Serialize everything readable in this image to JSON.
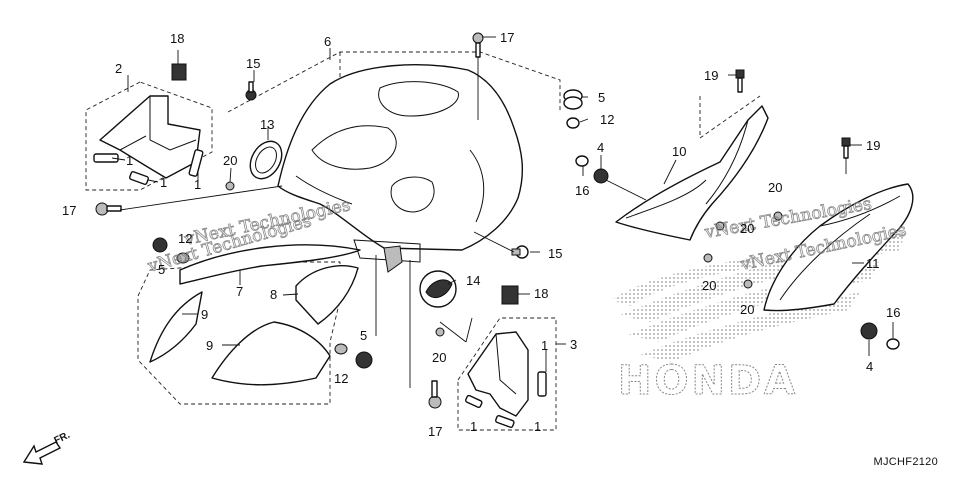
{
  "diagram": {
    "code": "MJCHF2120",
    "direction_label": "FR.",
    "brand_text": "HONDA",
    "watermark_text": "vNext Technologies",
    "callouts": {
      "c_1a": "1",
      "c_1b": "1",
      "c_1c": "1",
      "c_1d": "1",
      "c_1e": "1",
      "c_1f": "1",
      "c_2": "2",
      "c_3": "3",
      "c_4a": "4",
      "c_4b": "4",
      "c_5a": "5",
      "c_5b": "5",
      "c_5c": "5",
      "c_6": "6",
      "c_7": "7",
      "c_8": "8",
      "c_9a": "9",
      "c_9b": "9",
      "c_10": "10",
      "c_11": "11",
      "c_12a": "12",
      "c_12b": "12",
      "c_12c": "12",
      "c_13": "13",
      "c_14": "14",
      "c_15a": "15",
      "c_15b": "15",
      "c_16a": "16",
      "c_16b": "16",
      "c_17a": "17",
      "c_17b": "17",
      "c_17c": "17",
      "c_18a": "18",
      "c_18b": "18",
      "c_19a": "19",
      "c_19b": "19",
      "c_20a": "20",
      "c_20b": "20",
      "c_20c": "20",
      "c_20d": "20",
      "c_20e": "20",
      "c_20f": "20"
    }
  }
}
